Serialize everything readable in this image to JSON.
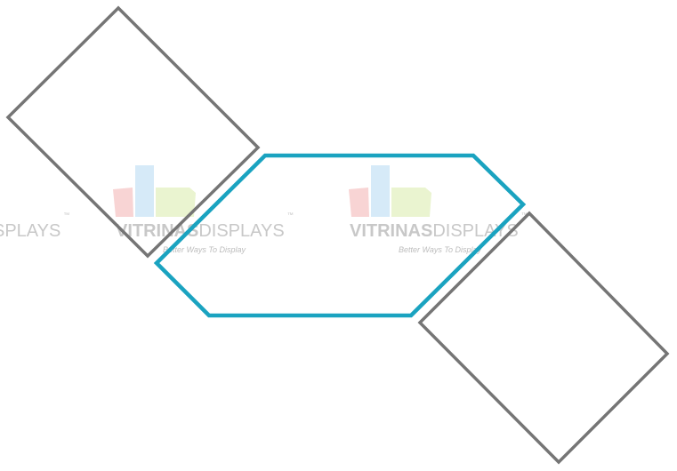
{
  "watermark": {
    "brand_bold": "VITRINAS",
    "brand_light": "DISPLAYS",
    "partial_light": "SPLAYS",
    "trademark": "™",
    "tagline": "Better Ways To Display",
    "logo_colors": [
      "#f6c9c9",
      "#cfe6f7",
      "#e6f2c8"
    ]
  },
  "shapes": {
    "left_rectangle_color": "#757575",
    "hexagon_color": "#1aa3c0",
    "right_rectangle_color": "#757575"
  }
}
